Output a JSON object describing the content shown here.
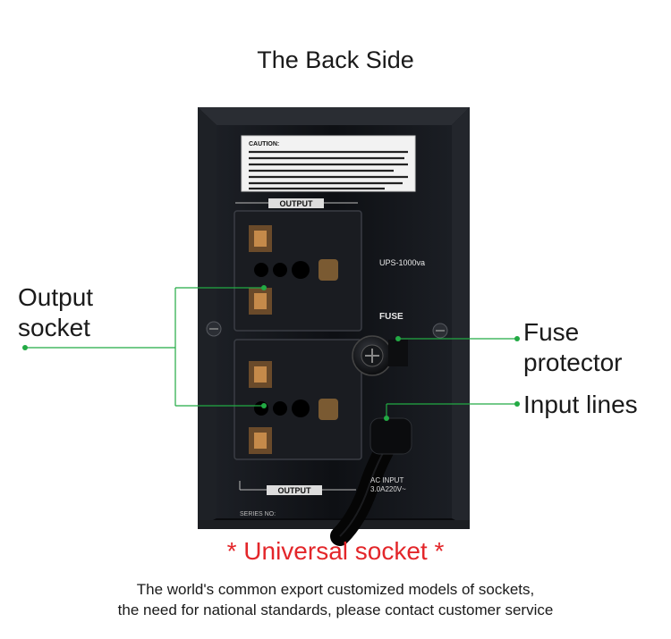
{
  "title": "The Back Side",
  "device": {
    "caution_heading": "CAUTION:",
    "output_label": "OUTPUT",
    "model": "UPS-1000va",
    "fuse_label": "FUSE",
    "ac_input_line1": "AC INPUT",
    "ac_input_line2": "3.0A220V~",
    "series_no": "SERIES NO:"
  },
  "callouts": {
    "output_socket": [
      "Output",
      "socket"
    ],
    "fuse_protector": [
      "Fuse",
      "protector"
    ],
    "input_lines": "Input lines",
    "line_color": "#22aa44"
  },
  "universal_socket": "* Universal socket *",
  "description": [
    "The world's common export customized models of sockets,",
    "the need for national standards, please contact customer service"
  ],
  "colors": {
    "accent_red": "#e3262a",
    "callout_green": "#22aa44",
    "device_body": "#101216"
  }
}
